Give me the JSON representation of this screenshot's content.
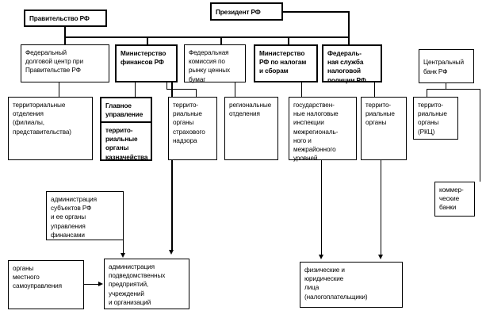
{
  "diagram": {
    "type": "organizational-chart",
    "language": "ru",
    "background_color": "#ffffff",
    "line_color": "#000000",
    "text_color": "#000000"
  },
  "nodes": {
    "government": "Правительство РФ",
    "president": "Президент РФ",
    "federal_debt_center": "Федеральный\nдолговой центр при\nПравительстве РФ",
    "ministry_finance": "Министерство\nфинансов РФ",
    "federal_securities_commission": "Федеральная\nкомиссия по\nрынку ценных\nбумаг",
    "ministry_taxes": "Министерство\nРФ по налогам\nи сборам",
    "tax_police": "Федераль-\nная служба\nналоговой\nполиции РФ",
    "central_bank": "Центральный\nбанк РФ",
    "territorial_branches": "территориальные\nотделения\n(филиалы,\nпредставительства)",
    "main_directorate": "Главное\nуправление",
    "treasury_bodies": "террито-\nриальные\nорганы\nказначейства",
    "insurance_supervision": "террито-\nриальные\nорганы\nстрахового\nнадзора",
    "regional_branches": "региональные\nотделения",
    "tax_inspections": "государствен-\nные налоговые\nинспекции\nмежрегиональ-\nного и\nмежрайонного\nуровней",
    "tax_police_territorial": "террито-\nриальные\nорганы",
    "cb_territorial": "террито-\nриальные\nорганы\n(РКЦ)",
    "commercial_banks": "коммер-\nческие\nбанки",
    "subject_administration": "администрация\nсубъектов РФ\nи ее органы\nуправления\nфинансами",
    "local_government": "органы\nместного\nсамоуправления",
    "subordinate_administration": "администрация\nподведомственных\nпредприятий,\nучреждений\nи организаций",
    "taxpayers": "физические и\nюридические\nлица\n(налогоплательщики)"
  }
}
